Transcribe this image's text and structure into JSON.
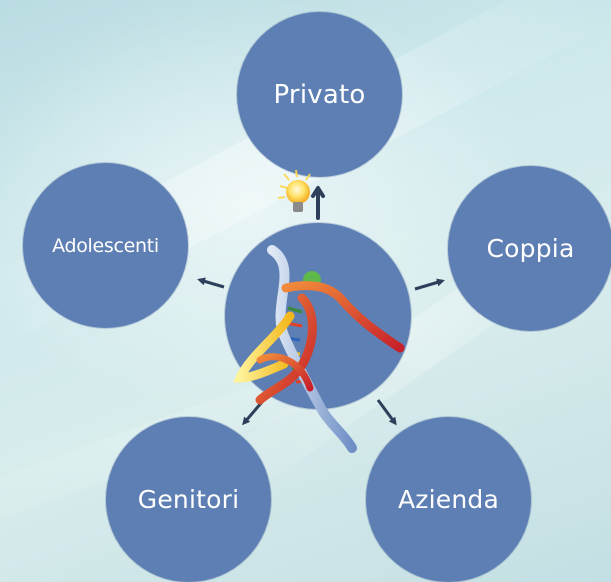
{
  "diagram": {
    "center": {
      "icon": "dna-figure-icon"
    },
    "nodes": [
      {
        "id": "privato",
        "label": "Privato"
      },
      {
        "id": "adolescenti",
        "label": "Adolescenti"
      },
      {
        "id": "coppia",
        "label": "Coppia"
      },
      {
        "id": "genitori",
        "label": "Genitori"
      },
      {
        "id": "azienda",
        "label": "Azienda"
      }
    ],
    "decorations": {
      "bulb": "lightbulb-icon",
      "arrow": "up-arrow-icon"
    }
  },
  "colors": {
    "node_fill": "#5e7fb3",
    "text": "#ffffff",
    "arrow": "#2e3f5c",
    "background": "#cfe9ec"
  }
}
